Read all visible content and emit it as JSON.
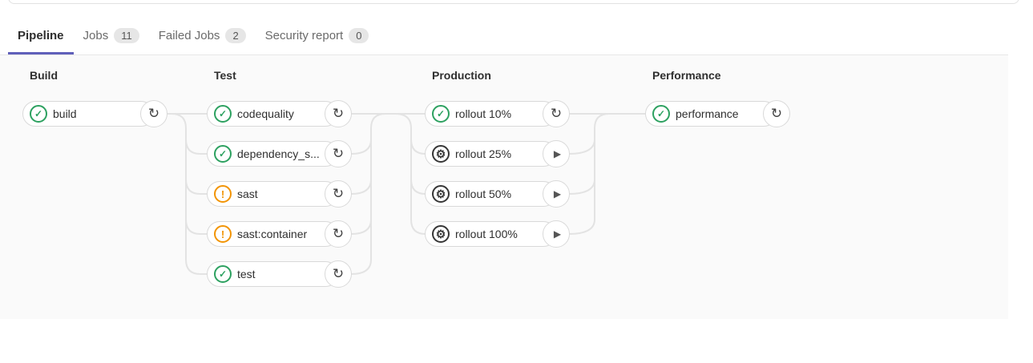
{
  "tabs": [
    {
      "label": "Pipeline",
      "badge": null,
      "active": true
    },
    {
      "label": "Jobs",
      "badge": "11",
      "active": false
    },
    {
      "label": "Failed Jobs",
      "badge": "2",
      "active": false
    },
    {
      "label": "Security report",
      "badge": "0",
      "active": false
    }
  ],
  "pipeline": {
    "stages": [
      {
        "name": "Build",
        "jobs": [
          {
            "label": "build",
            "status": "success",
            "action": "retry"
          }
        ]
      },
      {
        "name": "Test",
        "jobs": [
          {
            "label": "codequality",
            "status": "success",
            "action": "retry"
          },
          {
            "label": "dependency_s...",
            "status": "success",
            "action": "retry"
          },
          {
            "label": "sast",
            "status": "warning",
            "action": "retry"
          },
          {
            "label": "sast:container",
            "status": "warning",
            "action": "retry"
          },
          {
            "label": "test",
            "status": "success",
            "action": "retry"
          }
        ]
      },
      {
        "name": "Production",
        "jobs": [
          {
            "label": "rollout 10%",
            "status": "success",
            "action": "retry"
          },
          {
            "label": "rollout 25%",
            "status": "manual",
            "action": "play"
          },
          {
            "label": "rollout 50%",
            "status": "manual",
            "action": "play"
          },
          {
            "label": "rollout 100%",
            "status": "manual",
            "action": "play"
          }
        ]
      },
      {
        "name": "Performance",
        "jobs": [
          {
            "label": "performance",
            "status": "success",
            "action": "retry"
          }
        ]
      }
    ]
  },
  "icons": {
    "success": "✓",
    "warning": "!",
    "manual": "⚙",
    "retry": "↻",
    "play": "▶"
  },
  "colors": {
    "success": "#2da160",
    "warning": "#f29404",
    "manual": "#363636",
    "accent": "#6060ba",
    "graph_bg": "#fafafa",
    "connector": "#e3e3e3"
  }
}
